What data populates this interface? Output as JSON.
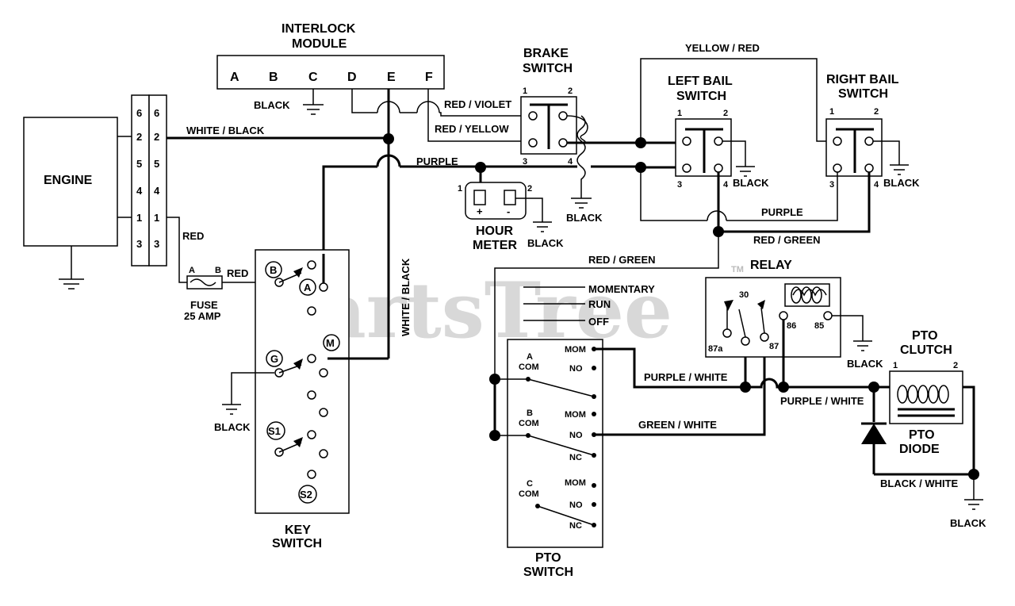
{
  "watermark": "PartsTree",
  "trademark": "TM",
  "components": {
    "engine": "ENGINE",
    "interlock_module": [
      "INTERLOCK",
      "MODULE"
    ],
    "interlock_pins": [
      "A",
      "B",
      "C",
      "D",
      "E",
      "F"
    ],
    "brake_switch": [
      "BRAKE",
      "SWITCH"
    ],
    "left_bail_switch": [
      "LEFT BAIL",
      "SWITCH"
    ],
    "right_bail_switch": [
      "RIGHT BAIL",
      "SWITCH"
    ],
    "hour_meter": [
      "HOUR",
      "METER"
    ],
    "relay": "RELAY",
    "relay_pins": [
      "30",
      "87a",
      "87",
      "86",
      "85"
    ],
    "pto_clutch": [
      "PTO",
      "CLUTCH"
    ],
    "pto_diode": [
      "PTO",
      "DIODE"
    ],
    "fuse": [
      "FUSE",
      "25 AMP"
    ],
    "fuse_pins": [
      "A",
      "B"
    ],
    "key_switch": [
      "KEY",
      "SWITCH"
    ],
    "key_terminals": [
      "B",
      "A",
      "M",
      "G",
      "S1",
      "S2"
    ],
    "pto_switch": [
      "PTO",
      "SWITCH"
    ],
    "pto_positions": [
      "MOMENTARY",
      "RUN",
      "OFF"
    ],
    "pto_sections": [
      {
        "name": "A",
        "com": "COM",
        "contacts": [
          "MOM",
          "NO"
        ]
      },
      {
        "name": "B",
        "com": "COM",
        "contacts": [
          "MOM",
          "NO",
          "NC"
        ]
      },
      {
        "name": "C",
        "com": "COM",
        "contacts": [
          "MOM",
          "NO",
          "NC"
        ]
      }
    ],
    "connector_pins": [
      "6",
      "2",
      "5",
      "4",
      "1",
      "3"
    ],
    "switch_pins": [
      "1",
      "2",
      "3",
      "4"
    ],
    "meter_signs": [
      "+",
      "-"
    ]
  },
  "wires": {
    "white_black": "WHITE / BLACK",
    "red": "RED",
    "red_violet": "RED / VIOLET",
    "red_yellow": "RED / YELLOW",
    "purple": "PURPLE",
    "yellow_red": "YELLOW / RED",
    "red_green": "RED / GREEN",
    "purple_white": "PURPLE / WHITE",
    "green_white": "GREEN / WHITE",
    "black_white": "BLACK / WHITE",
    "black": "BLACK"
  }
}
